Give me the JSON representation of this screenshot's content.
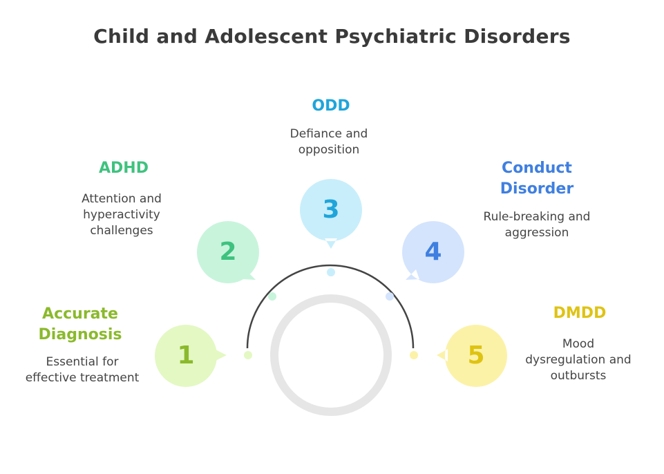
{
  "title": "Child and Adolescent Psychiatric Disorders",
  "colors": {
    "arc": "#444444",
    "ring": "#e6e6e6"
  },
  "items": [
    {
      "number": "1",
      "title": "Accurate\nDiagnosis",
      "description": "Essential for\neffective treatment",
      "accent": "#8bb92c",
      "fill": "#e4f8c3",
      "dot": "#e4f8c3"
    },
    {
      "number": "2",
      "title": "ADHD",
      "description": "Attention and\nhyperactivity\nchallenges",
      "accent": "#3fc27f",
      "fill": "#c8f4dc",
      "dot": "#c8f4dc"
    },
    {
      "number": "3",
      "title": "ODD",
      "description": "Defiance and\nopposition",
      "accent": "#1fa5da",
      "fill": "#c8eefb",
      "dot": "#c8eefb"
    },
    {
      "number": "4",
      "title": "Conduct\nDisorder",
      "description": "Rule-breaking and\naggression",
      "accent": "#3f7fe0",
      "fill": "#d4e4fd",
      "dot": "#d4e4fd"
    },
    {
      "number": "5",
      "title": "DMDD",
      "description": "Mood\ndysregulation and\noutbursts",
      "accent": "#dfc313",
      "fill": "#fbf2a8",
      "dot": "#fbf2a8"
    }
  ]
}
